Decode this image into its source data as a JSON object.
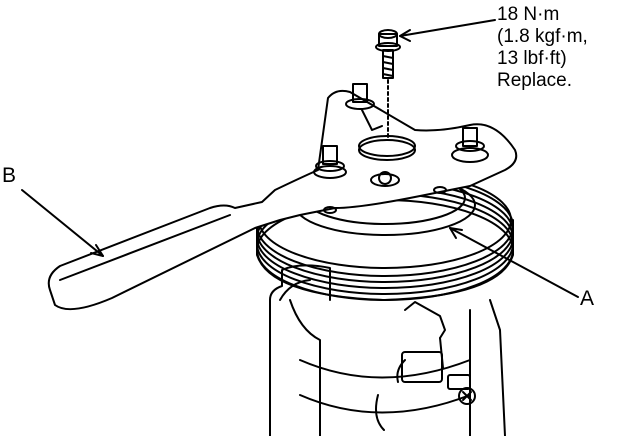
{
  "torque_spec": {
    "line1": "18 N·m",
    "line2": "(1.8 kgf·m,",
    "line3": "13 lbf·ft)",
    "line4": "Replace."
  },
  "callouts": {
    "a": "A",
    "b": "B"
  },
  "colors": {
    "line": "#000000",
    "background": "#ffffff"
  }
}
